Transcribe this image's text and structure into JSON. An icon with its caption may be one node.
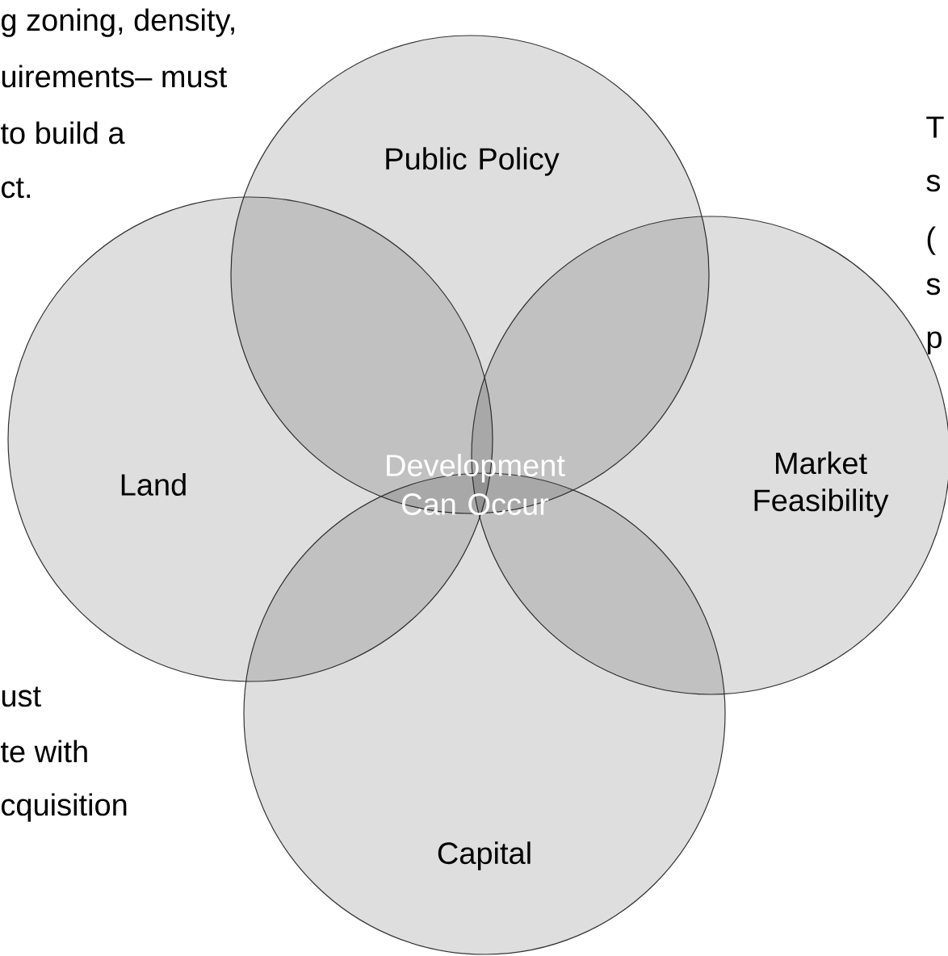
{
  "diagram": {
    "nodes": [
      {
        "text": [
          "Public Policy"
        ]
      },
      {
        "text": [
          "Land"
        ]
      },
      {
        "text": [
          "Market Feasibility"
        ]
      },
      {
        "text": [
          "Capital"
        ]
      }
    ],
    "labels": [
      "g zoning, density,",
      "uirements– must",
      "to build a",
      "ct.",
      "T",
      "s",
      "(",
      "s",
      "p",
      "Development Can Occur",
      "ust",
      "te with",
      "cquisition"
    ]
  }
}
